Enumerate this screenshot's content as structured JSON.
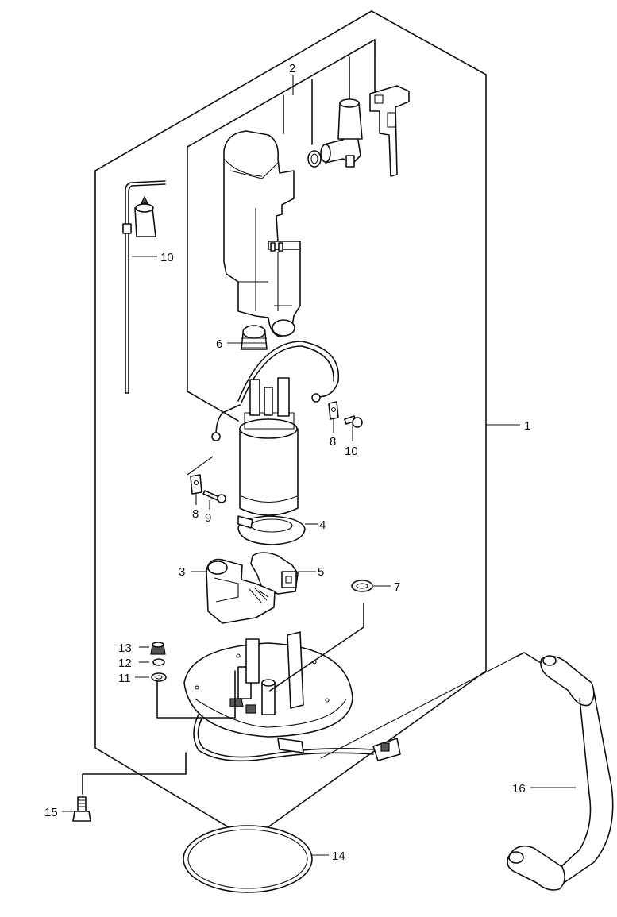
{
  "diagram": {
    "callouts": [
      {
        "id": "1",
        "text": "1"
      },
      {
        "id": "2",
        "text": "2"
      },
      {
        "id": "3",
        "text": "3"
      },
      {
        "id": "4",
        "text": "4"
      },
      {
        "id": "5",
        "text": "5"
      },
      {
        "id": "6",
        "text": "6"
      },
      {
        "id": "7",
        "text": "7"
      },
      {
        "id": "8a",
        "text": "8"
      },
      {
        "id": "8b",
        "text": "8"
      },
      {
        "id": "9",
        "text": "9"
      },
      {
        "id": "10a",
        "text": "10"
      },
      {
        "id": "10b",
        "text": "10"
      },
      {
        "id": "11",
        "text": "11"
      },
      {
        "id": "12",
        "text": "12"
      },
      {
        "id": "13",
        "text": "13"
      },
      {
        "id": "14",
        "text": "14"
      },
      {
        "id": "15",
        "text": "15"
      },
      {
        "id": "16",
        "text": "16"
      }
    ]
  }
}
